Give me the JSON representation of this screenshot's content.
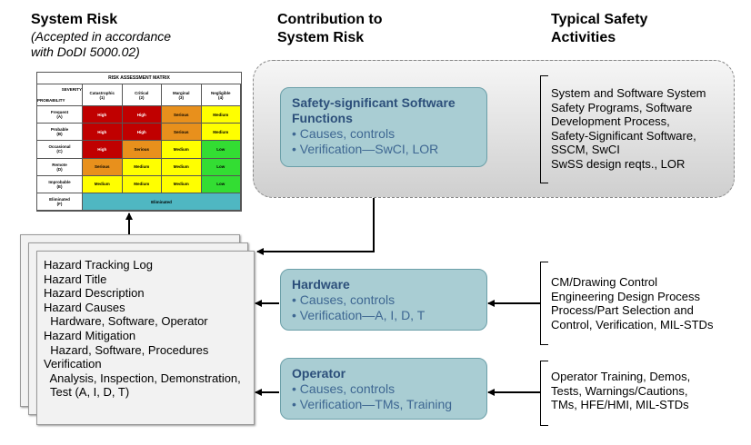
{
  "headers": {
    "system_risk_title": "System Risk",
    "system_risk_sub_line1": "(Accepted in accordance",
    "system_risk_sub_line2": "with DoDI 5000.02)",
    "contribution_line1": "Contribution to",
    "contribution_line2": "System Risk",
    "activities_line1": "Typical Safety",
    "activities_line2": "Activities"
  },
  "matrix": {
    "title": "RISK ASSESSMENT MATRIX",
    "severity_label": "SEVERITY",
    "probability_label": "PROBABILITY",
    "columns": [
      {
        "name": "Catastrophic",
        "code": "(1)"
      },
      {
        "name": "Critical",
        "code": "(2)"
      },
      {
        "name": "Marginal",
        "code": "(3)"
      },
      {
        "name": "Negligible",
        "code": "(4)"
      }
    ],
    "rows": [
      {
        "name": "Frequent",
        "code": "(A)",
        "cells": [
          "High",
          "High",
          "Serious",
          "Medium"
        ],
        "colors": [
          "#c00000",
          "#c00000",
          "#e8901c",
          "#ffff00"
        ]
      },
      {
        "name": "Probable",
        "code": "(B)",
        "cells": [
          "High",
          "High",
          "Serious",
          "Medium"
        ],
        "colors": [
          "#c00000",
          "#c00000",
          "#e8901c",
          "#ffff00"
        ]
      },
      {
        "name": "Occasional",
        "code": "(C)",
        "cells": [
          "High",
          "Serious",
          "Medium",
          "Low"
        ],
        "colors": [
          "#c00000",
          "#e8901c",
          "#ffff00",
          "#33dd33"
        ]
      },
      {
        "name": "Remote",
        "code": "(D)",
        "cells": [
          "Serious",
          "Medium",
          "Medium",
          "Low"
        ],
        "colors": [
          "#e8901c",
          "#ffff00",
          "#ffff00",
          "#33dd33"
        ]
      },
      {
        "name": "Improbable",
        "code": "(E)",
        "cells": [
          "Medium",
          "Medium",
          "Medium",
          "Low"
        ],
        "colors": [
          "#ffff00",
          "#ffff00",
          "#ffff00",
          "#33dd33"
        ]
      }
    ],
    "eliminated_row": {
      "name": "Eliminated",
      "code": "(F)",
      "cell": "Eliminated",
      "color": "#4fb7c2"
    }
  },
  "hazard_log": {
    "lines": [
      "Hazard Tracking Log",
      "Hazard Title",
      "Hazard Description",
      "Hazard Causes",
      "  Hardware, Software, Operator",
      "Hazard Mitigation",
      "  Hazard, Software, Procedures",
      "Verification",
      "  Analysis, Inspection, Demonstration,",
      "  Test (A, I, D, T)"
    ]
  },
  "contributions": {
    "software": {
      "title_line1": "Safety-significant Software",
      "title_line2": "Functions",
      "bullet1": "Causes, controls",
      "bullet2": "Verification—SwCI, LOR"
    },
    "hardware": {
      "title": "Hardware",
      "bullet1": "Causes, controls",
      "bullet2": "Verification—A, I, D, T"
    },
    "operator": {
      "title": "Operator",
      "bullet1": "Causes, controls",
      "bullet2": "Verification—TMs, Training"
    }
  },
  "activities": {
    "software": [
      "System and Software System",
      "Safety Programs, Software",
      "Development Process,",
      "Safety-Significant Software,",
      "SSCM, SwCI",
      "SwSS design reqts., LOR"
    ],
    "hardware": [
      "CM/Drawing Control",
      "Engineering Design Process",
      "Process/Part Selection and",
      "Control, Verification, MIL-STDs"
    ],
    "operator": [
      "Operator Training, Demos,",
      "Tests, Warnings/Cautions,",
      "TMs, HFE/HMI, MIL-STDs"
    ]
  },
  "colors": {
    "box_fill": "#a9cdd3",
    "box_text": "#3e6792",
    "high": "#c00000",
    "serious": "#e8901c",
    "medium": "#ffff00",
    "low": "#33dd33",
    "eliminated": "#4fb7c2"
  }
}
